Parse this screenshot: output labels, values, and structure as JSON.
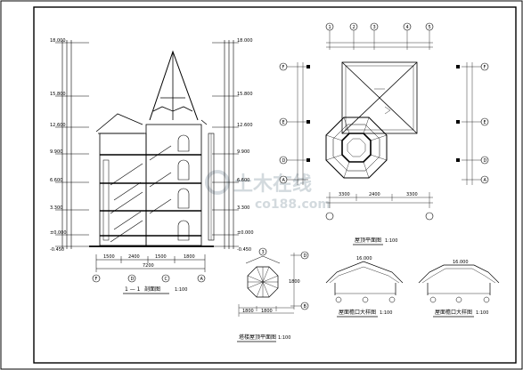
{
  "section_drawing": {
    "title_prefix": "1 — 1",
    "title": "剖面图",
    "scale": "1:100",
    "grid_axes": [
      "F",
      "D",
      "C",
      "A"
    ],
    "total_dim": "7200",
    "left_elev_labels": [
      "18.000",
      "15.800",
      "12.600",
      "9.900",
      "6.600",
      "3.300",
      "±0.000",
      "-0.450"
    ],
    "right_elev_labels": [
      "18.000",
      "15.800",
      "12.600",
      "9.900",
      "6.600",
      "3.300",
      "±0.000",
      "-0.450"
    ],
    "bay_dims": [
      "1500",
      "2400",
      "1500",
      "1800"
    ]
  },
  "roof_plan": {
    "title": "屋顶平面图",
    "scale": "1:100",
    "top_axes": [
      "1",
      "2",
      "3",
      "4",
      "5"
    ],
    "left_axes": [
      "F",
      "E",
      "D",
      "A"
    ],
    "right_axes": [
      "F",
      "E",
      "D",
      "A"
    ],
    "bottom_dims": [
      "3300",
      "2400",
      "3300"
    ]
  },
  "tower_detail": {
    "title": "塔楼屋顶平面图",
    "scale": "1:100",
    "axes": [
      "3",
      "D",
      "B"
    ],
    "dims": [
      "1800",
      "1800",
      "1800"
    ]
  },
  "gable_left": {
    "title": "屋面檐口大样图",
    "scale": "1:100",
    "peak_label": "16.000"
  },
  "gable_right": {
    "title": "屋面檐口大样图",
    "scale": "1:100",
    "peak_label": "16.000"
  },
  "watermark": {
    "brand": "土木在线",
    "url": "co188.com"
  }
}
